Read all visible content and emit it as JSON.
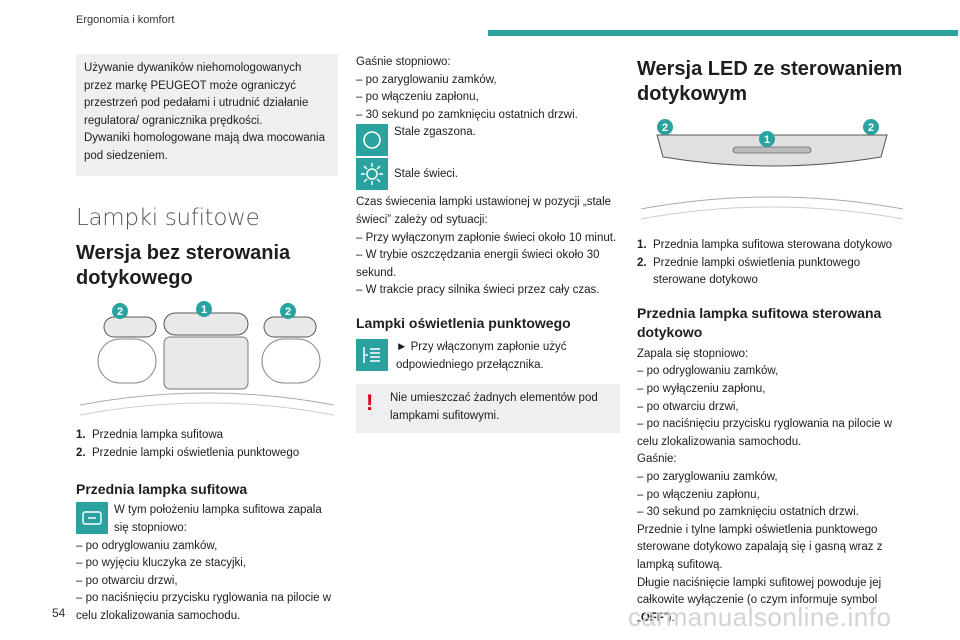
{
  "header": {
    "section": "Ergonomia i komfort",
    "page_number": "54"
  },
  "watermark": "carmanualsonline.info",
  "col1": {
    "note": [
      "Używanie dywaników niehomologowanych przez markę PEUGEOT może ograniczyć przestrzeń pod pedałami i utrudnić działanie regulatora/ ogranicznika prędkości.",
      "Dywaniki homologowane mają dwa mocowania pod siedzeniem."
    ],
    "section_title": "Lampki sufitowe",
    "subtitle": "Wersja bez sterowania dotykowego",
    "diagram_badges": [
      "2",
      "1",
      "2"
    ],
    "legend": [
      {
        "num": "1.",
        "text": "Przednia lampka sufitowa"
      },
      {
        "num": "2.",
        "text": "Przednie lampki oświetlenia punktowego"
      }
    ],
    "subhead": "Przednia lampka sufitowa",
    "intro": "W tym położeniu lampka sufitowa zapala się stopniowo:",
    "items": [
      "–  po odryglowaniu zamków,",
      "–  po wyjęciu kluczyka ze stacyjki,",
      "–  po otwarciu drzwi,",
      "–  po naciśnięciu przycisku ryglowania na pilocie w celu zlokalizowania samochodu."
    ]
  },
  "col2": {
    "lead": "Gaśnie stopniowo:",
    "items": [
      "–  po zaryglowaniu zamków,",
      "–  po włączeniu zapłonu,",
      "–  30 sekund po zamknięciu ostatnich drzwi."
    ],
    "state_off": "Stale zgaszona.",
    "state_on": "Stale świeci.",
    "duration": "Czas świecenia lampki ustawionej w pozycji „stale świeci” zależy od sytuacji:",
    "duration_items": [
      "–  Przy wyłączonym zapłonie świeci około 10 minut.",
      "–  W trybie oszczędzania energii świeci około 30 sekund.",
      "–  W trakcie pracy silnika świeci przez cały czas."
    ],
    "subhead": "Lampki oświetlenia punktowego",
    "spot_text": "► Przy włączonym zapłonie użyć odpowiedniego przełącznika.",
    "warning": "Nie umieszczać żadnych elementów pod lampkami sufitowymi."
  },
  "col3": {
    "subtitle": "Wersja LED ze sterowaniem dotykowym",
    "diagram_badges": [
      "2",
      "1",
      "2"
    ],
    "legend": [
      {
        "num": "1.",
        "text": "Przednia lampka sufitowa sterowana dotykowo"
      },
      {
        "num": "2.",
        "text": "Przednie lampki oświetlenia punktowego sterowane dotykowo"
      }
    ],
    "subhead": "Przednia lampka sufitowa sterowana dotykowo",
    "lead": "Zapala się stopniowo:",
    "items_on": [
      "–  po odryglowaniu zamków,",
      "–  po wyłączeniu zapłonu,",
      "–  po otwarciu drzwi,",
      "–  po naciśnięciu przycisku ryglowania na pilocie w celu zlokalizowania samochodu."
    ],
    "lead_off": "Gaśnie:",
    "items_off": [
      "–  po zaryglowaniu zamków,",
      "–  po włączeniu zapłonu,",
      "–  30 sekund po zamknięciu ostatnich drzwi."
    ],
    "para1": "Przednie i tylne lampki oświetlenia punktowego sterowane dotykowo zapalają się i gasną wraz z lampką sufitową.",
    "para2_pre": "Długie naciśnięcie lampki sufitowej powoduje jej całkowite wyłączenie (o czym informuje symbol „",
    "para2_bold": "OFF",
    "para2_post": "”)."
  },
  "colors": {
    "accent": "#2aa3a0",
    "warning": "#d6001c",
    "note_bg": "#efefef"
  }
}
